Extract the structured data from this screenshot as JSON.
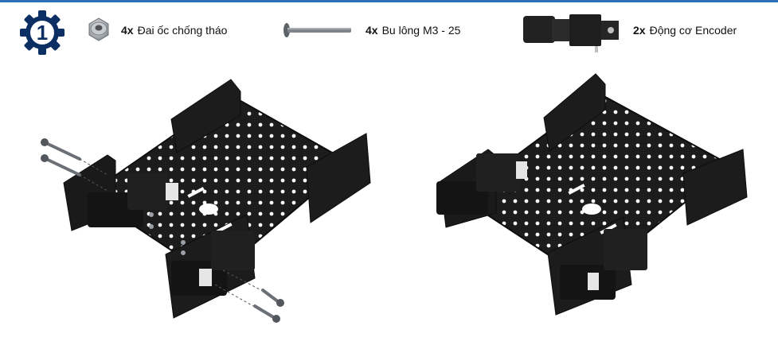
{
  "step": {
    "number": "1"
  },
  "parts": [
    {
      "qty": "4x",
      "name": "Đai ốc chống tháo",
      "icon": "lock-nut-icon"
    },
    {
      "qty": "4x",
      "name": "Bu lông M3 - 25",
      "icon": "bolt-icon"
    },
    {
      "qty": "2x",
      "name": "Động cơ Encoder",
      "icon": "encoder-motor-icon"
    }
  ],
  "colors": {
    "accent": "#2f6fb8",
    "badge": "#0b2e63",
    "plate": "#1c1c1c"
  }
}
